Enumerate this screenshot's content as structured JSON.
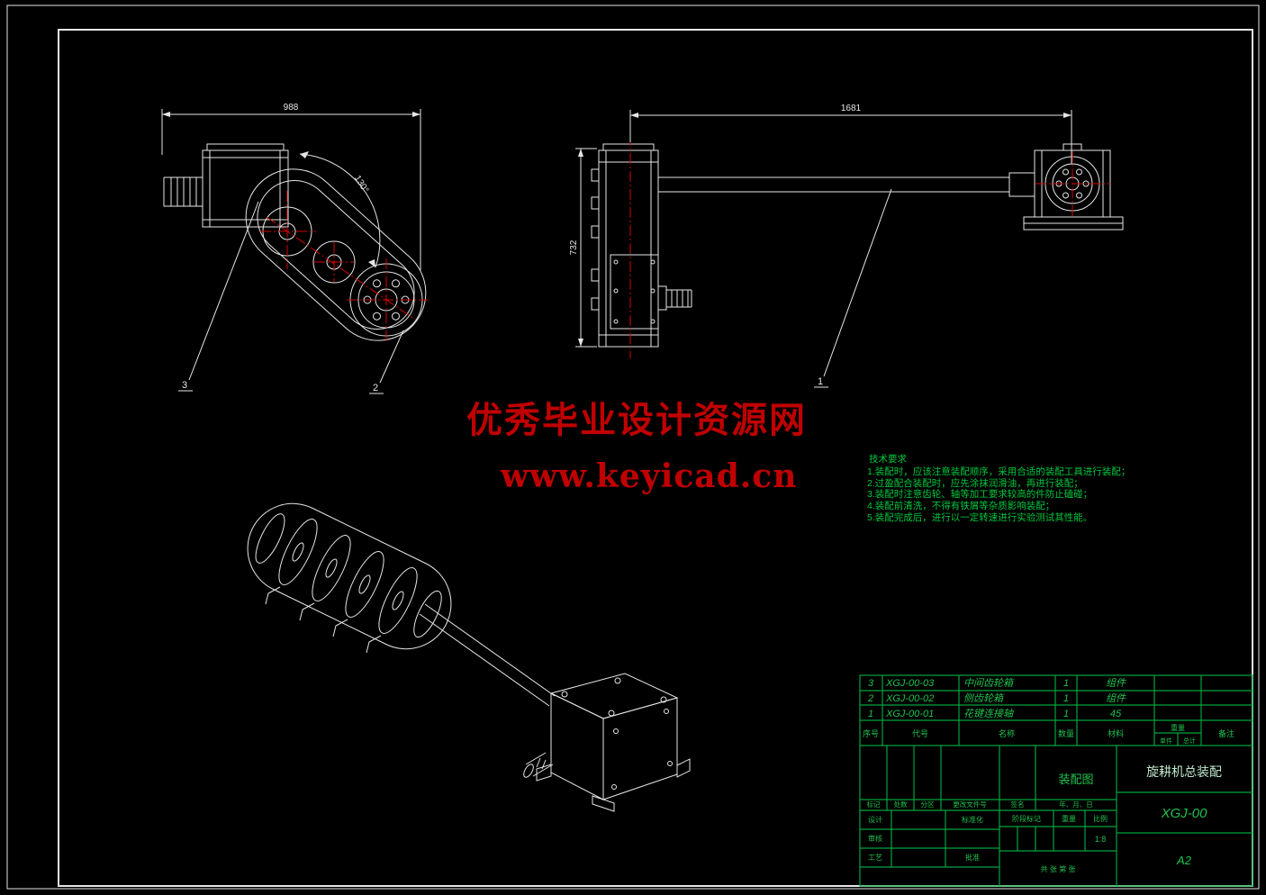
{
  "colors": {
    "background": "#000000",
    "line": "#e6e6e6",
    "green_lines": "#00a33c",
    "green_text": "#1fc24e",
    "red": "#d40000",
    "watermark_red": "#c00000"
  },
  "views": {
    "plan": {
      "dim_width": "988",
      "angle": "130°",
      "leader_gearbox": "3",
      "leader_chaincase": "2"
    },
    "front": {
      "dim_length": "1681",
      "dim_height": "732",
      "leader_shaft": "1"
    }
  },
  "watermark": {
    "line1": "优秀毕业设计资源网",
    "line2": "www.keyicad.cn"
  },
  "tech_requirements": {
    "title": "技术要求",
    "items": [
      "1.装配时，应该注意装配顺序，采用合适的装配工具进行装配；",
      "2.过盈配合装配时，应先涂抹润滑油，再进行装配；",
      "3.装配时注意齿轮、轴等加工要求较高的件防止磕碰；",
      "4.装配前清洗，不得有铁屑等杂质影响装配；",
      "5.装配完成后，进行以一定转速进行实验测试其性能。"
    ]
  },
  "parts_list": {
    "headers": {
      "no": "序号",
      "code": "代号",
      "name": "名称",
      "qty": "数量",
      "material": "材料",
      "weight": "重量",
      "unit": "单件",
      "total": "总计",
      "remark": "备注"
    },
    "rows": [
      {
        "no": "3",
        "code": "XGJ-00-03",
        "name": "中间齿轮箱",
        "qty": "1",
        "material": "组件"
      },
      {
        "no": "2",
        "code": "XGJ-00-02",
        "name": "侧齿轮箱",
        "qty": "1",
        "material": "组件"
      },
      {
        "no": "1",
        "code": "XGJ-00-01",
        "name": "花键连接轴",
        "qty": "1",
        "material": "45"
      }
    ]
  },
  "title_block": {
    "drawing_type": "装配图",
    "title": "旋耕机总装配",
    "drawing_no": "XGJ-00",
    "paper_size": "A2",
    "scale_value": "1:8",
    "sheet_info": "共 张 第 张",
    "labels": {
      "mark": "标记",
      "count": "处数",
      "zone": "分区",
      "change_file": "更改文件号",
      "sign": "签名",
      "date": "年、月、日",
      "design": "设计",
      "standardize": "标准化",
      "review": "审核",
      "process": "工艺",
      "approve": "批准",
      "stage_mark": "阶段标记",
      "weight": "重量",
      "scale": "比例"
    }
  }
}
